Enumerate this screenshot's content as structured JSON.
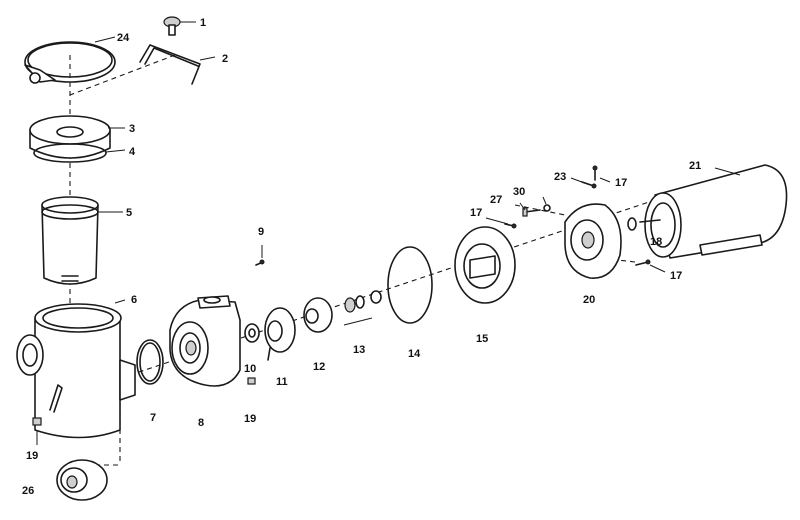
{
  "callouts": {
    "c1": "1",
    "c2": "2",
    "c3": "3",
    "c4": "4",
    "c5": "5",
    "c6": "6",
    "c7": "7",
    "c8": "8",
    "c9": "9",
    "c10": "10",
    "c11": "11",
    "c12": "12",
    "c13": "13",
    "c14": "14",
    "c15": "15",
    "c17a": "17",
    "c17b": "17",
    "c17c": "17",
    "c18": "18",
    "c19a": "19",
    "c19b": "19",
    "c20": "20",
    "c21": "21",
    "c23": "23",
    "c24": "24",
    "c26": "26",
    "c27": "27",
    "c30": "30"
  }
}
